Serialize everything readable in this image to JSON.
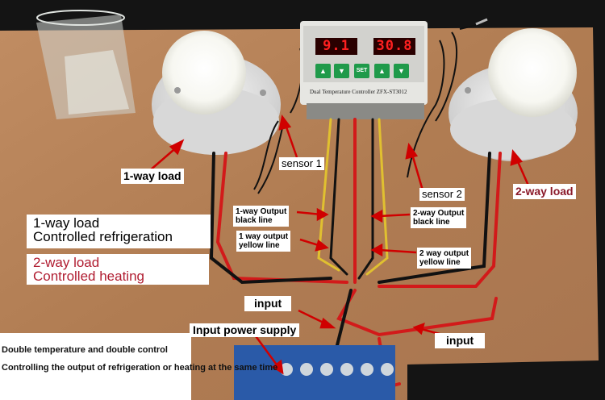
{
  "labels": {
    "load_1way": "1-way load",
    "load_2way": "2-way load",
    "sensor_1": "sensor 1",
    "sensor_2": "sensor 2",
    "refrigeration_line1": "1-way load",
    "refrigeration_line2": "Controlled refrigeration",
    "heating_line1": "2-way load",
    "heating_line2": "Controlled heating",
    "out_1way_black": "1-way Output\nblack line",
    "out_1way_yellow": "1 way output\nyellow line",
    "out_2way_black": "2-way Output\nblack line",
    "out_2way_yellow": "2 way output\nyellow line",
    "input_top": "input",
    "input_right": "input",
    "input_power": "Input power supply"
  },
  "caption": {
    "line1": "Double temperature and double control",
    "line2": "Controlling the output of refrigeration\nor heating at the same time"
  },
  "controller": {
    "display_left": "9.1",
    "display_right": "30.8",
    "set_label": "SET",
    "model_label": "Dual Temperature Controller ZFX-ST3012"
  },
  "colors": {
    "board": "#b7845a",
    "red_wire": "#d21a1a",
    "yellow_wire": "#e0c030",
    "terminal_blue": "#2a5aa8",
    "heating_text": "#b01c30"
  }
}
